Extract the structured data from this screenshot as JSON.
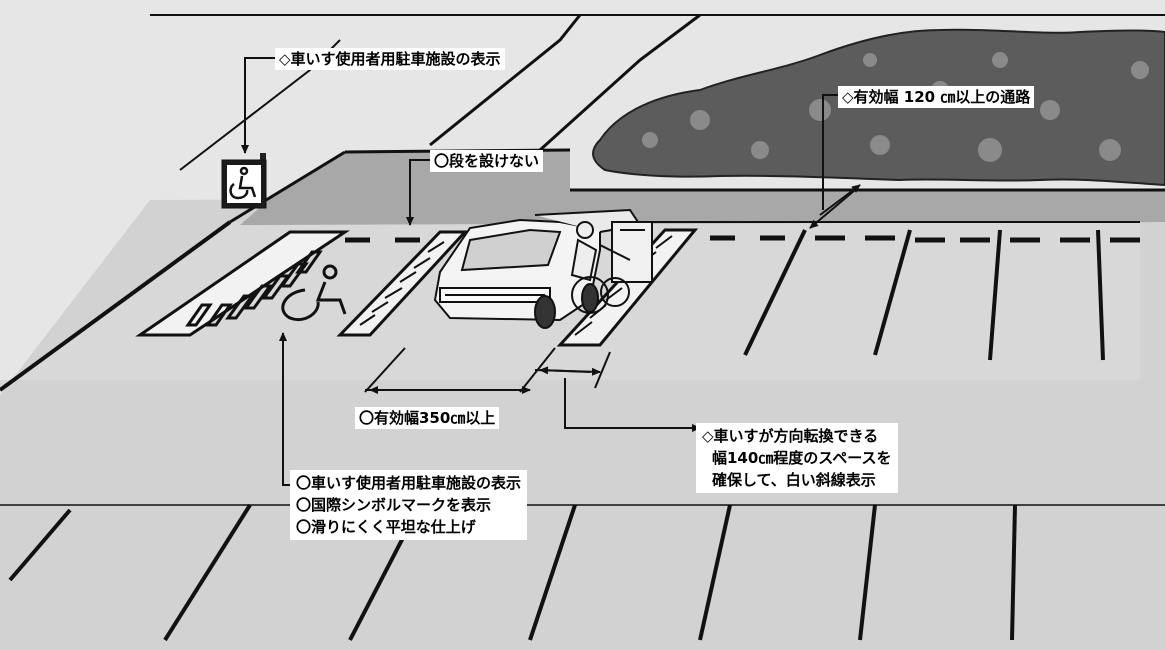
{
  "colors": {
    "background": "#e6e6e6",
    "asphalt": "#cfcfcf",
    "walkway": "#a9a9a9",
    "lines": "#111111",
    "hedge": "#5a5a5a",
    "label_bg": "#ffffff"
  },
  "icons": [
    "wheelchair-sign-icon",
    "wheelchair-floor-symbol",
    "car-illustration",
    "wheelchair-user-figure"
  ],
  "callouts": {
    "sign": "◇車いす使用者用駐車施設の表示",
    "aisle": "◇有効幅 120 ㎝以上の通路",
    "no_step": "〇段を設けない",
    "width": "〇有効幅350㎝以上",
    "turning": {
      "lines": [
        "◇車いすが方向転換できる",
        "幅140㎝程度のスペースを",
        "確保して、白い斜線表示"
      ]
    },
    "floor": {
      "lines": [
        "〇車いす使用者用駐車施設の表示",
        "〇国際シンボルマークを表示",
        "〇滑りにくく平坦な仕上げ"
      ]
    }
  }
}
